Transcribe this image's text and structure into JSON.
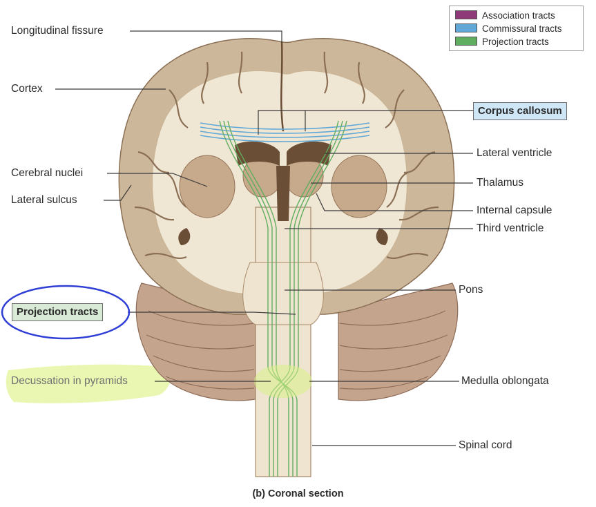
{
  "legend": {
    "items": [
      {
        "label": "Association tracts",
        "color": "#8e3a78"
      },
      {
        "label": "Commissural tracts",
        "color": "#5fa8d8"
      },
      {
        "label": "Projection tracts",
        "color": "#5fae5f"
      }
    ]
  },
  "labels": {
    "longitudinal_fissure": "Longitudinal fissure",
    "cortex": "Cortex",
    "cerebral_nuclei": "Cerebral nuclei",
    "lateral_sulcus": "Lateral sulcus",
    "corpus_callosum": "Corpus callosum",
    "lateral_ventricle": "Lateral ventricle",
    "thalamus": "Thalamus",
    "internal_capsule": "Internal capsule",
    "third_ventricle": "Third ventricle",
    "pons": "Pons",
    "projection_tracts": "Projection tracts",
    "decussation": "Decussation in pyramids",
    "medulla": "Medulla oblongata",
    "spinal_cord": "Spinal cord"
  },
  "caption": "(b) Coronal section",
  "colors": {
    "cortex": "#cdb79a",
    "white_matter": "#efe6d3",
    "ventricle": "#6b4e36",
    "commissural": "#5fa8d8",
    "projection": "#5fae5f",
    "callosum_box": "#cfe6f6",
    "projection_box": "#d9ead6",
    "highlight": "#e4f5a2",
    "circle": "#2f3fd6"
  }
}
